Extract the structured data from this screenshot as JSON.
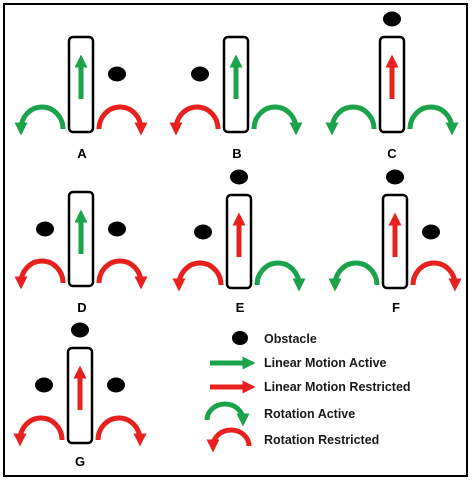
{
  "colors": {
    "active": "#1aa34a",
    "restricted": "#e8201e",
    "outline": "#000000"
  },
  "panels": [
    {
      "label": "A",
      "linear": "active",
      "rot_left": "active",
      "rot_right": "restricted",
      "obstacles": [
        "right"
      ]
    },
    {
      "label": "B",
      "linear": "active",
      "rot_left": "restricted",
      "rot_right": "active",
      "obstacles": [
        "left"
      ]
    },
    {
      "label": "C",
      "linear": "restricted",
      "rot_left": "active",
      "rot_right": "active",
      "obstacles": [
        "top"
      ]
    },
    {
      "label": "D",
      "linear": "active",
      "rot_left": "restricted",
      "rot_right": "restricted",
      "obstacles": [
        "left",
        "right"
      ]
    },
    {
      "label": "E",
      "linear": "restricted",
      "rot_left": "restricted",
      "rot_right": "active",
      "obstacles": [
        "top",
        "left"
      ]
    },
    {
      "label": "F",
      "linear": "restricted",
      "rot_left": "active",
      "rot_right": "restricted",
      "obstacles": [
        "top",
        "right"
      ]
    },
    {
      "label": "G",
      "linear": "restricted",
      "rot_left": "restricted",
      "rot_right": "restricted",
      "obstacles": [
        "top",
        "left",
        "right"
      ]
    }
  ],
  "legend": {
    "obstacle": "Obstacle",
    "linear_active": "Linear Motion Active",
    "linear_restricted": "Linear Motion Restricted",
    "rotation_active": "Rotation Active",
    "rotation_restricted": "Rotation Restricted"
  }
}
